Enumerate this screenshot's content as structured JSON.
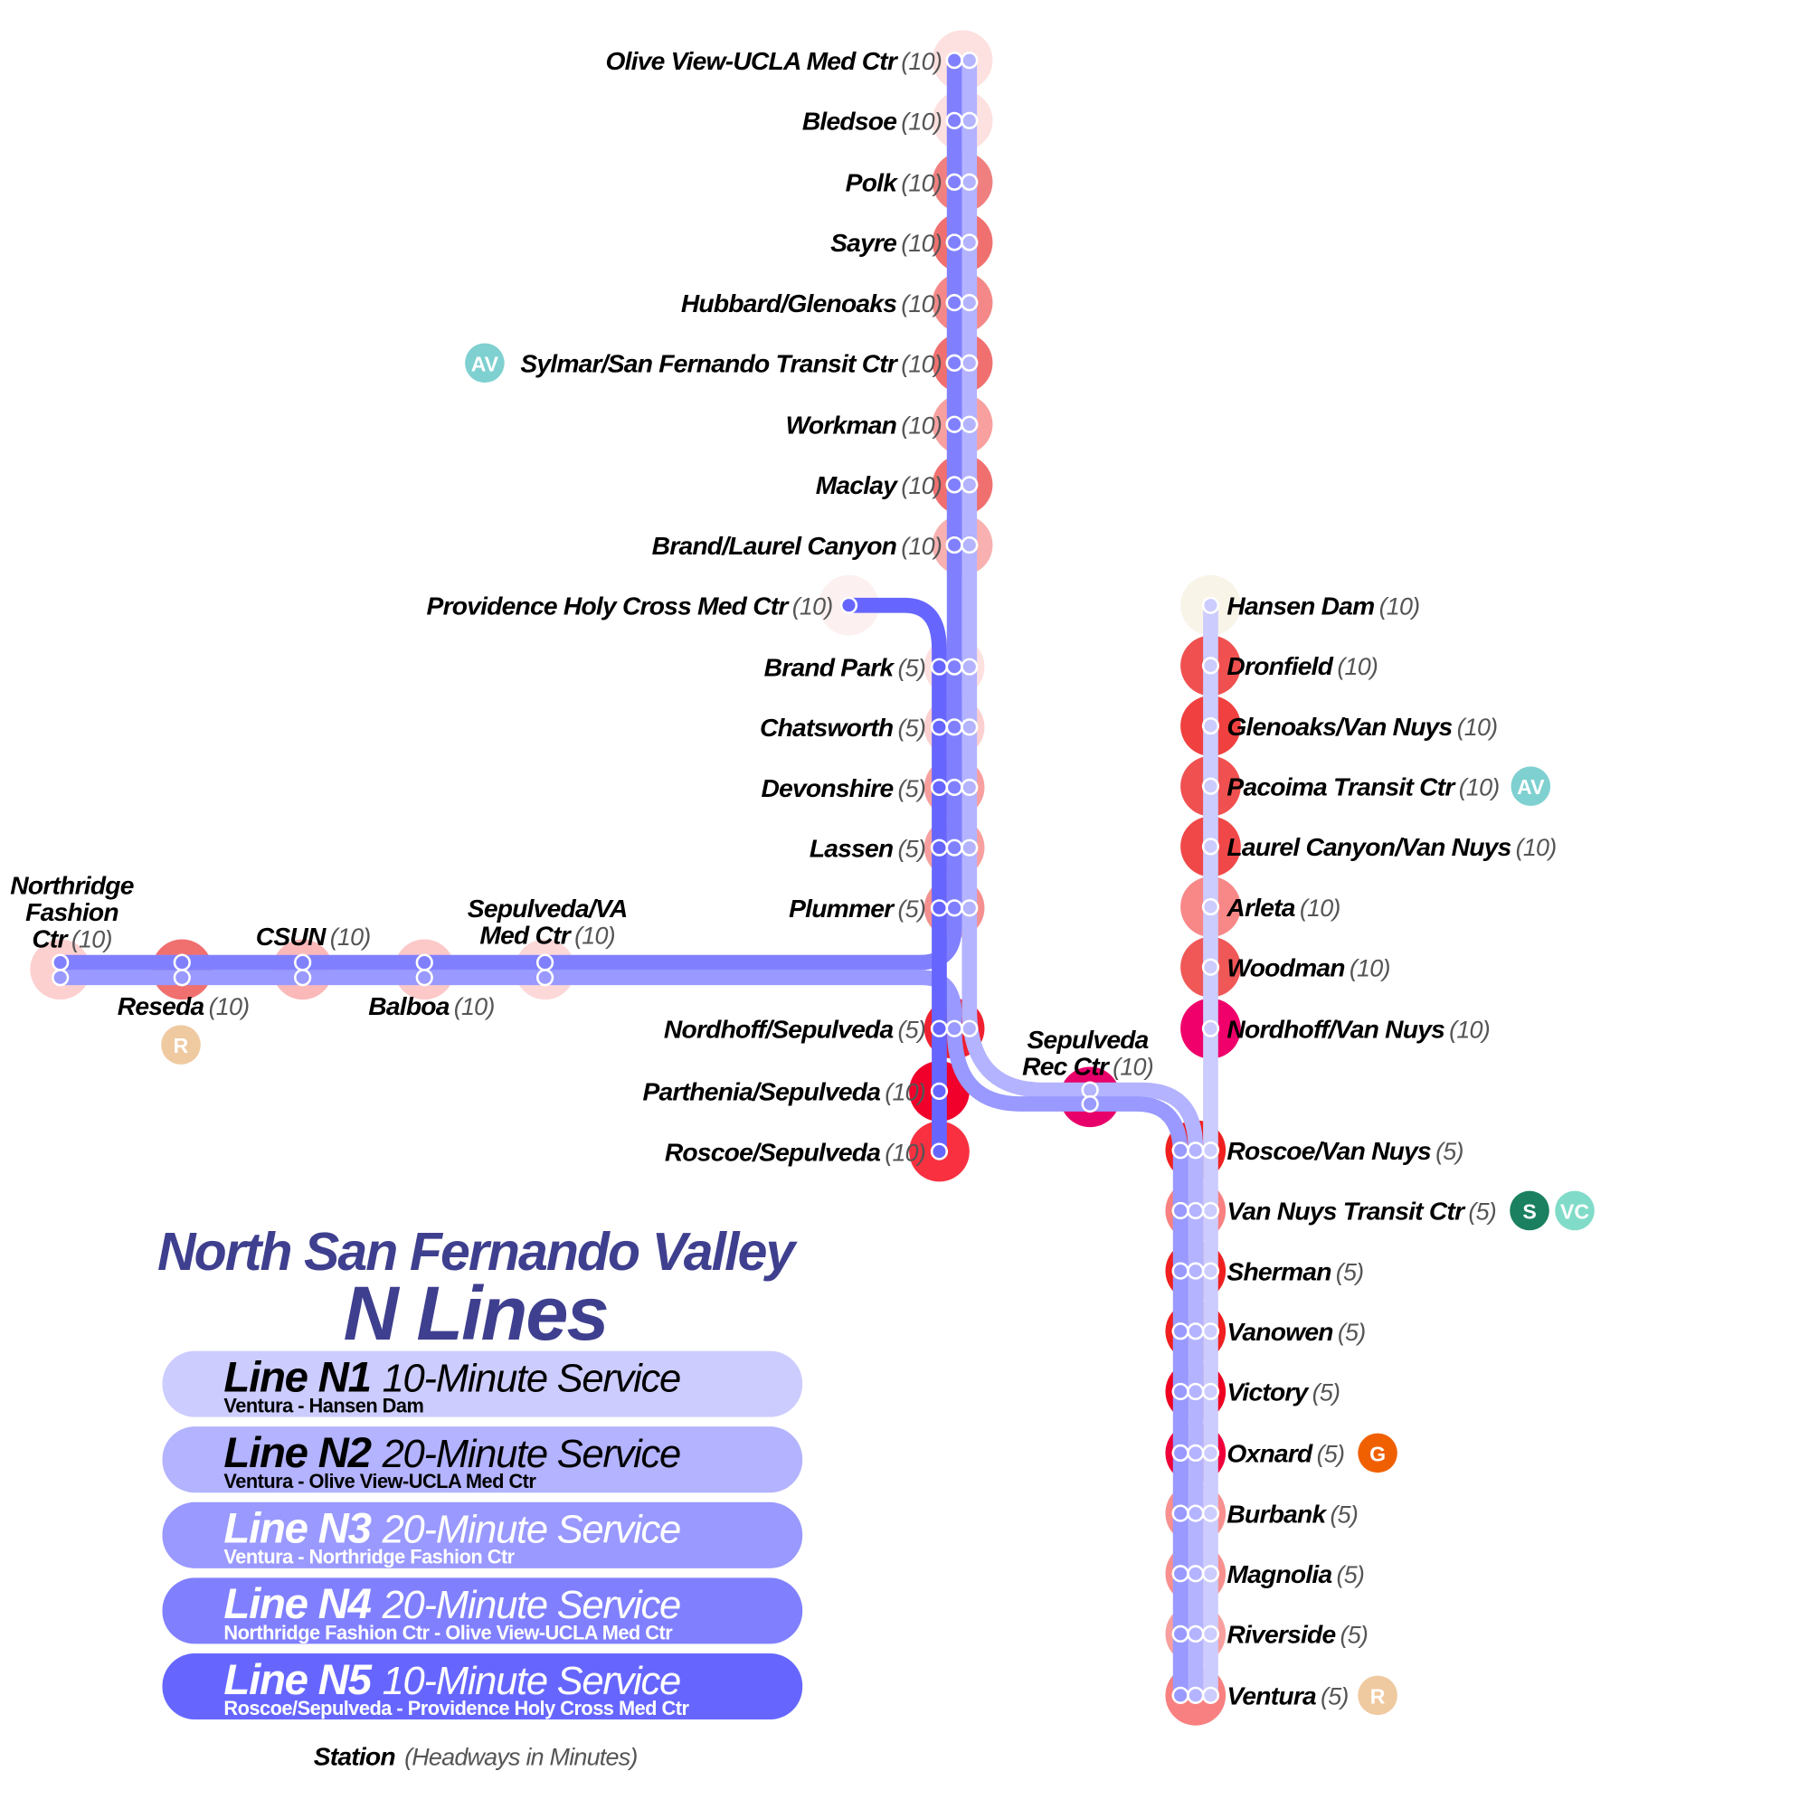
{
  "colors": {
    "N1": "#ccccff",
    "N2": "#b3b3ff",
    "N3": "#9999ff",
    "N4": "#8080ff",
    "N5": "#6666ff",
    "title": "#3f3f8f"
  },
  "title": {
    "line1": "North San Fernando Valley",
    "line2": "N Lines"
  },
  "legend": [
    {
      "name": "Line N1",
      "service": "10-Minute Service",
      "route": "Ventura - Hansen Dam",
      "fill": "#ccccff",
      "text": "#000000"
    },
    {
      "name": "Line N2",
      "service": "20-Minute Service",
      "route": "Ventura - Olive View-UCLA Med Ctr",
      "fill": "#b3b3ff",
      "text": "#000000"
    },
    {
      "name": "Line N3",
      "service": "20-Minute Service",
      "route": "Ventura - Northridge Fashion Ctr",
      "fill": "#9999ff",
      "text": "#ffffff"
    },
    {
      "name": "Line N4",
      "service": "20-Minute Service",
      "route": "Northridge Fashion Ctr - Olive View-UCLA Med Ctr",
      "fill": "#8080ff",
      "text": "#ffffff"
    },
    {
      "name": "Line N5",
      "service": "10-Minute Service",
      "route": "Roscoe/Sepulveda - Providence Holy Cross Med Ctr",
      "fill": "#6666ff",
      "text": "#ffffff"
    }
  ],
  "key": {
    "station": "Station",
    "headways": "(Headways in Minutes)"
  },
  "stations": [
    {
      "name": "Olive View-UCLA Med Ctr",
      "headway": "(10)",
      "color": "#fde0e0"
    },
    {
      "name": "Bledsoe",
      "headway": "(10)",
      "color": "#fde0e0"
    },
    {
      "name": "Polk",
      "headway": "(10)",
      "color": "#f08080"
    },
    {
      "name": "Sayre",
      "headway": "(10)",
      "color": "#f07070"
    },
    {
      "name": "Hubbard/Glenoaks",
      "headway": "(10)",
      "color": "#f48888"
    },
    {
      "name": "Sylmar/San Fernando Transit Ctr",
      "headway": "(10)",
      "color": "#f07070"
    },
    {
      "name": "Workman",
      "headway": "(10)",
      "color": "#f8a0a0"
    },
    {
      "name": "Maclay",
      "headway": "(10)",
      "color": "#f07070"
    },
    {
      "name": "Brand/Laurel Canyon",
      "headway": "(10)",
      "color": "#f8b0b0"
    },
    {
      "name": "Providence Holy Cross Med Ctr",
      "headway": "(10)",
      "color": "#fdf0f0"
    },
    {
      "name": "Brand Park",
      "headway": "(5)",
      "color": "#fde0e0"
    },
    {
      "name": "Chatsworth",
      "headway": "(5)",
      "color": "#fcd0d0"
    },
    {
      "name": "Devonshire",
      "headway": "(5)",
      "color": "#f8a0a0"
    },
    {
      "name": "Lassen",
      "headway": "(5)",
      "color": "#f8a0a0"
    },
    {
      "name": "Plummer",
      "headway": "(5)",
      "color": "#f49090"
    },
    {
      "name": "Nordhoff/Sepulveda",
      "headway": "(5)",
      "color": "#f02030"
    },
    {
      "name": "Parthenia/Sepulveda",
      "headway": "(10)",
      "color": "#f0002a"
    },
    {
      "name": "Roscoe/Sepulveda",
      "headway": "(10)",
      "color": "#f83040"
    },
    {
      "name": "Hansen Dam",
      "headway": "(10)",
      "color": "#f8f4e8"
    },
    {
      "name": "Dronfield",
      "headway": "(10)",
      "color": "#f05050"
    },
    {
      "name": "Glenoaks/Van Nuys",
      "headway": "(10)",
      "color": "#f04040"
    },
    {
      "name": "Pacoima Transit Ctr",
      "headway": "(10)",
      "color": "#f05050"
    },
    {
      "name": "Laurel Canyon/Van Nuys",
      "headway": "(10)",
      "color": "#f04848"
    },
    {
      "name": "Arleta",
      "headway": "(10)",
      "color": "#f88888"
    },
    {
      "name": "Woodman",
      "headway": "(10)",
      "color": "#f05858"
    },
    {
      "name": "Nordhoff/Van Nuys",
      "headway": "(10)",
      "color": "#f0006a"
    },
    {
      "name": "Roscoe/Van Nuys",
      "headway": "(5)",
      "color": "#f02020"
    },
    {
      "name": "Van Nuys Transit Ctr",
      "headway": "(5)",
      "color": "#f88080"
    },
    {
      "name": "Sherman",
      "headway": "(5)",
      "color": "#f02020"
    },
    {
      "name": "Vanowen",
      "headway": "(5)",
      "color": "#f02020"
    },
    {
      "name": "Victory",
      "headway": "(5)",
      "color": "#f00020"
    },
    {
      "name": "Oxnard",
      "headway": "(5)",
      "color": "#f0003a"
    },
    {
      "name": "Burbank",
      "headway": "(5)",
      "color": "#f89090"
    },
    {
      "name": "Magnolia",
      "headway": "(5)",
      "color": "#f89090"
    },
    {
      "name": "Riverside",
      "headway": "(5)",
      "color": "#f8a0a0"
    },
    {
      "name": "Ventura",
      "headway": "(5)",
      "color": "#f88080"
    },
    {
      "name": "Northridge Fashion Ctr",
      "headway": "(10)",
      "color": "#fdd0d0"
    },
    {
      "name": "Reseda",
      "headway": "(10)",
      "color": "#f07070"
    },
    {
      "name": "CSUN",
      "headway": "(10)",
      "color": "#fbb8b8"
    },
    {
      "name": "Balboa",
      "headway": "(10)",
      "color": "#fcc8c8"
    },
    {
      "name": "Sepulveda/VA Med Ctr",
      "headway": "(10)",
      "color": "#fdd8d8"
    },
    {
      "name": "Sepulveda Rec Ctr",
      "headway": "(10)",
      "color": "#e8006a"
    }
  ],
  "badges": [
    {
      "label": "AV",
      "color": "#7fd0d0",
      "station": "Sylmar/San Fernando Transit Ctr"
    },
    {
      "label": "AV",
      "color": "#7fd0d0",
      "station": "Pacoima Transit Ctr"
    },
    {
      "label": "R",
      "color": "#efc9a0",
      "station": "Reseda"
    },
    {
      "label": "R",
      "color": "#efc9a0",
      "station": "Ventura"
    },
    {
      "label": "S",
      "color": "#1a8060",
      "station": "Van Nuys Transit Ctr"
    },
    {
      "label": "VC",
      "color": "#80dcc8",
      "station": "Van Nuys Transit Ctr"
    },
    {
      "label": "G",
      "color": "#f06000",
      "station": "Oxnard"
    }
  ]
}
